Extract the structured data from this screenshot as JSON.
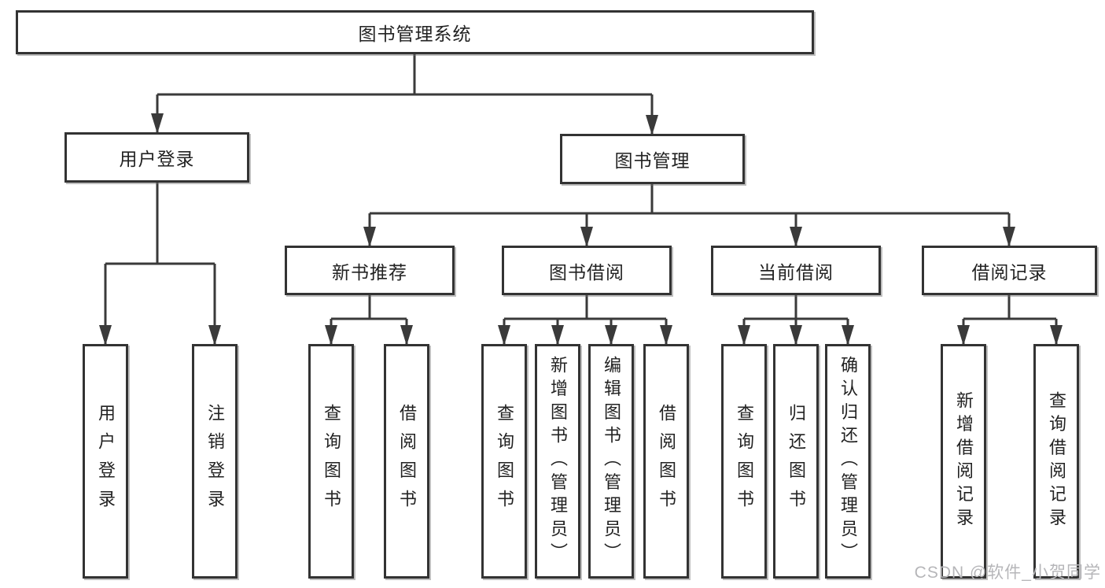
{
  "diagram_type": "hierarchy-tree",
  "colors": {
    "background": "#ffffff",
    "line": "#3a3a3a",
    "box_border": "#333333",
    "text": "#222222",
    "watermark": "#b6b6b9"
  },
  "tree": {
    "label": "图书管理系统",
    "children": [
      {
        "label": "用户登录",
        "children": [
          {
            "label": "用户登录"
          },
          {
            "label": "注销登录"
          }
        ]
      },
      {
        "label": "图书管理",
        "children": [
          {
            "label": "新书推荐",
            "children": [
              {
                "label": "查询图书"
              },
              {
                "label": "借阅图书"
              }
            ]
          },
          {
            "label": "图书借阅",
            "children": [
              {
                "label": "查询图书"
              },
              {
                "label": "新增图书（管理员）"
              },
              {
                "label": "编辑图书（管理员）"
              },
              {
                "label": "借阅图书"
              }
            ]
          },
          {
            "label": "当前借阅",
            "children": [
              {
                "label": "查询图书"
              },
              {
                "label": "归还图书"
              },
              {
                "label": "确认归还（管理员）"
              }
            ]
          },
          {
            "label": "借阅记录",
            "children": [
              {
                "label": "新增借阅记录"
              },
              {
                "label": "查询借阅记录"
              }
            ]
          }
        ]
      }
    ]
  },
  "watermark": "CSDN @软件_小贺同学"
}
